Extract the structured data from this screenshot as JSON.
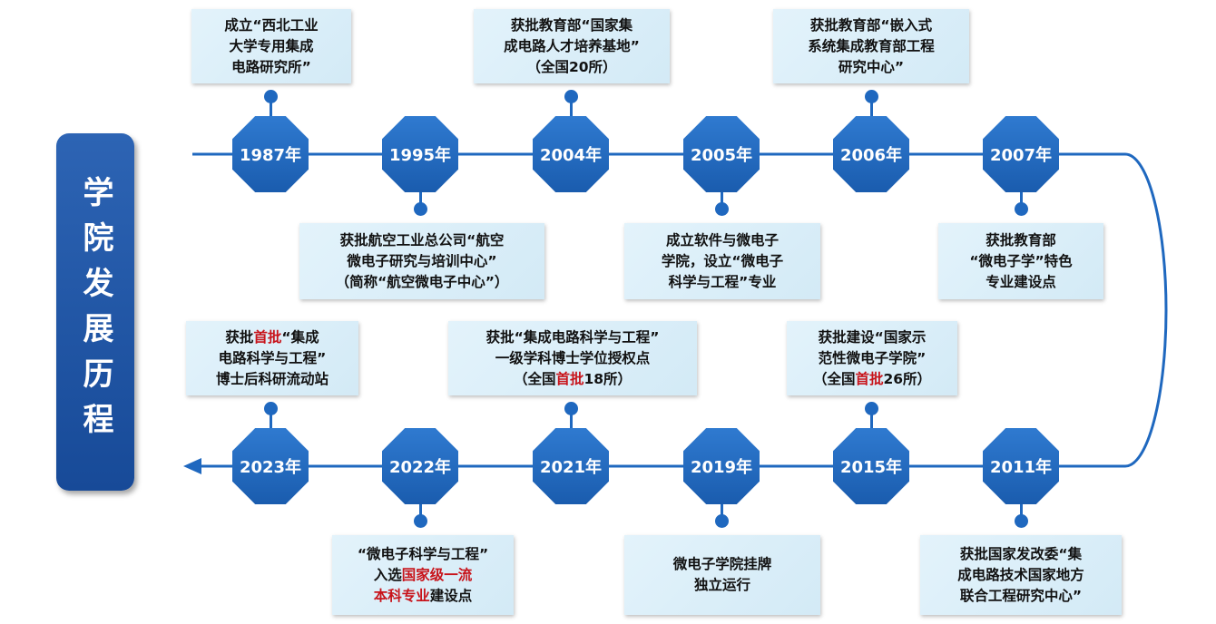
{
  "title": "学院发展历程",
  "colors": {
    "timeline": "#1f68bf",
    "node": "#1a5cae",
    "card_bg": "#dcf0f9",
    "highlight": "#c8141b"
  },
  "events": [
    {
      "year": "1987年",
      "lines": [
        [
          {
            "t": "成立“西北工业"
          }
        ],
        [
          {
            "t": "大学专用集成"
          }
        ],
        [
          {
            "t": "电路研究所”"
          }
        ]
      ]
    },
    {
      "year": "1995年",
      "lines": [
        [
          {
            "t": "获批航空工业总公司“航空"
          }
        ],
        [
          {
            "t": "微电子研究与培训中心”"
          }
        ],
        [
          {
            "t": "（简称“航空微电子中心”）"
          }
        ]
      ]
    },
    {
      "year": "2004年",
      "lines": [
        [
          {
            "t": "获批教育部“国家集"
          }
        ],
        [
          {
            "t": "成电路人才培养基地”"
          }
        ],
        [
          {
            "t": "（全国20所）"
          }
        ]
      ]
    },
    {
      "year": "2005年",
      "lines": [
        [
          {
            "t": "成立软件与微电子"
          }
        ],
        [
          {
            "t": "学院，设立“微电子"
          }
        ],
        [
          {
            "t": "科学与工程”专业"
          }
        ]
      ]
    },
    {
      "year": "2006年",
      "lines": [
        [
          {
            "t": "获批教育部“嵌入式"
          }
        ],
        [
          {
            "t": "系统集成教育部工程"
          }
        ],
        [
          {
            "t": "研究中心”"
          }
        ]
      ]
    },
    {
      "year": "2007年",
      "lines": [
        [
          {
            "t": "获批教育部"
          }
        ],
        [
          {
            "t": "“微电子学”特色"
          }
        ],
        [
          {
            "t": "专业建设点"
          }
        ]
      ]
    },
    {
      "year": "2011年",
      "lines": [
        [
          {
            "t": "获批国家发改委“集"
          }
        ],
        [
          {
            "t": "成电路技术国家地方"
          }
        ],
        [
          {
            "t": "联合工程研究中心”"
          }
        ]
      ]
    },
    {
      "year": "2015年",
      "lines": [
        [
          {
            "t": "获批建设“国家示"
          }
        ],
        [
          {
            "t": "范性微电子学院”"
          }
        ],
        [
          {
            "t": "（全国"
          },
          {
            "t": "首批",
            "hl": true
          },
          {
            "t": "26所）"
          }
        ]
      ]
    },
    {
      "year": "2019年",
      "lines": [
        [
          {
            "t": "微电子学院挂牌"
          }
        ],
        [
          {
            "t": "独立运行"
          }
        ]
      ]
    },
    {
      "year": "2021年",
      "lines": [
        [
          {
            "t": "获批“集成电路科学与工程”"
          }
        ],
        [
          {
            "t": "一级学科博士学位授权点"
          }
        ],
        [
          {
            "t": "（全国"
          },
          {
            "t": "首批",
            "hl": true
          },
          {
            "t": "18所）"
          }
        ]
      ]
    },
    {
      "year": "2022年",
      "lines": [
        [
          {
            "t": "“微电子科学与工程”"
          }
        ],
        [
          {
            "t": "入选"
          },
          {
            "t": "国家级一流",
            "hl": true
          }
        ],
        [
          {
            "t": "本科专业",
            "hl": true
          },
          {
            "t": "建设点"
          }
        ]
      ]
    },
    {
      "year": "2023年",
      "lines": [
        [
          {
            "t": "获批"
          },
          {
            "t": "首批",
            "hl": true
          },
          {
            "t": "“集成"
          }
        ],
        [
          {
            "t": "电路科学与工程”"
          }
        ],
        [
          {
            "t": "博士后科研流动站"
          }
        ]
      ]
    }
  ]
}
